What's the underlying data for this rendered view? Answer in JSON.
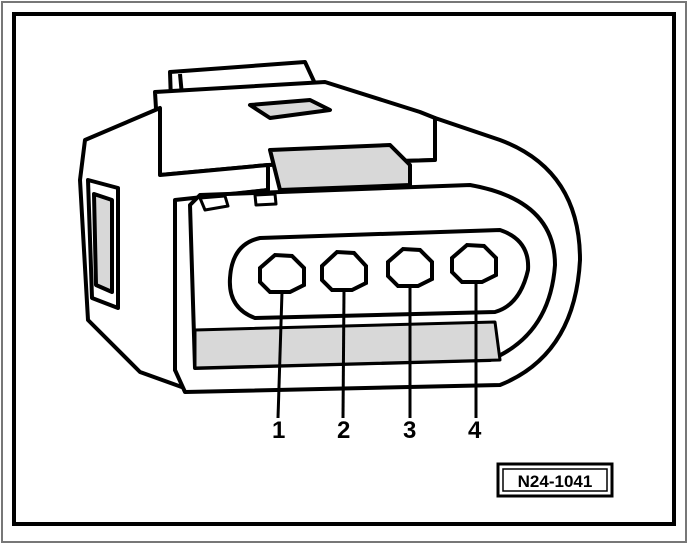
{
  "diagram": {
    "pins": [
      {
        "label": "1"
      },
      {
        "label": "2"
      },
      {
        "label": "3"
      },
      {
        "label": "4"
      }
    ],
    "reference_code": "N24-1041",
    "colors": {
      "line": "#000000",
      "background": "#ffffff",
      "shade": "#d8d8d8",
      "frame": "#888888"
    }
  }
}
